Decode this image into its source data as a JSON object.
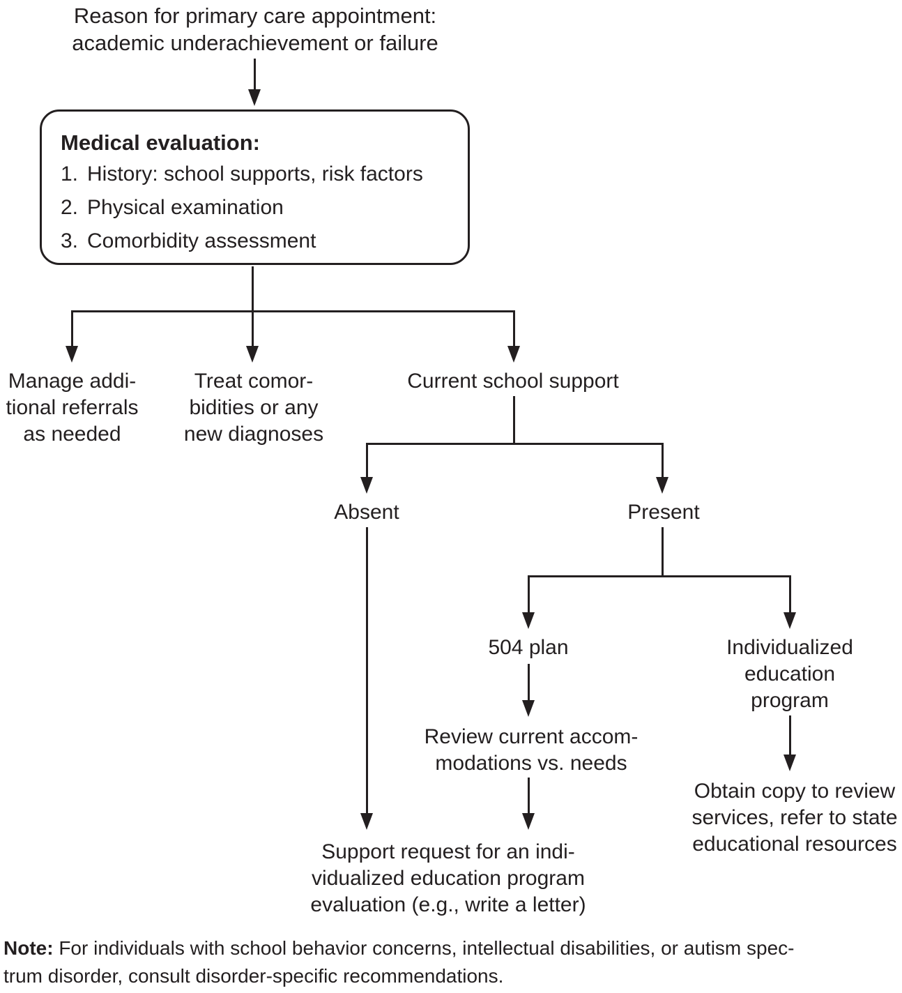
{
  "title": {
    "line1": "Reason for primary care appointment:",
    "line2": "academic underachievement or failure"
  },
  "evaluation_box": {
    "heading": "Medical evaluation:",
    "items": [
      {
        "num": "1.",
        "text": "History: school supports, risk factors"
      },
      {
        "num": "2.",
        "text": "Physical examination"
      },
      {
        "num": "3.",
        "text": "Comorbidity assessment"
      }
    ]
  },
  "branches": {
    "manage_referrals": {
      "lines": [
        "Manage addi-",
        "tional referrals",
        "as needed"
      ]
    },
    "treat_comorbidities": {
      "lines": [
        "Treat comor-",
        "bidities or any",
        "new diagnoses"
      ]
    },
    "current_school_support": {
      "label": "Current school support"
    }
  },
  "school_support": {
    "absent": {
      "label": "Absent"
    },
    "present": {
      "label": "Present"
    }
  },
  "present_branches": {
    "plan_504": {
      "label": "504 plan"
    },
    "iep": {
      "lines": [
        "Individualized",
        "education",
        "program"
      ]
    }
  },
  "actions": {
    "review_accommodations": {
      "lines": [
        "Review current accom-",
        "modations vs. needs"
      ]
    },
    "support_request": {
      "lines": [
        "Support request for an indi-",
        "vidualized education program",
        "evaluation (e.g., write a letter)"
      ]
    },
    "obtain_copy": {
      "lines": [
        "Obtain copy to review",
        "services, refer to state",
        "educational resources"
      ]
    }
  },
  "note": {
    "bold_label": "Note:",
    "line1_rest": " For individuals with school behavior concerns, intellectual disabilities, or autism spec-",
    "line2": "trum disorder, consult disorder-specific recommendations."
  },
  "colors": {
    "text": "#231f20",
    "line": "#231f20",
    "background": "#ffffff"
  }
}
